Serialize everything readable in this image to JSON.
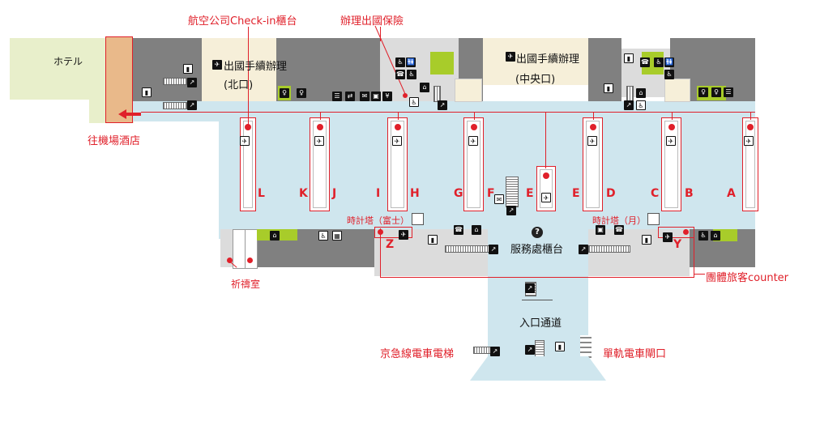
{
  "labels": {
    "airline_checkin": "航空公司Check-in櫃台",
    "insurance": "辦理出國保險",
    "hotel": "ホテル",
    "departure_north": "出國手續辦理",
    "north_exit": "(北口)",
    "departure_central": "出國手續辦理",
    "central_exit": "(中央口)",
    "to_hotel": "往機場酒店",
    "clock_fuji": "時計塔（富士）",
    "clock_moon": "時計塔（月）",
    "service_counter": "服務處櫃台",
    "group_counter": "團體旅客counter",
    "prayer_room": "祈禱室",
    "entrance": "入口通道",
    "keikyu": "京急線電車電梯",
    "monorail": "單軌電車閘口"
  },
  "counters": [
    {
      "letter": "L"
    },
    {
      "letter": "K"
    },
    {
      "letter": "J"
    },
    {
      "letter": "I"
    },
    {
      "letter": "H"
    },
    {
      "letter": "G"
    },
    {
      "letter": "F"
    },
    {
      "letter": "E"
    },
    {
      "letter": "E"
    },
    {
      "letter": "D"
    },
    {
      "letter": "C"
    },
    {
      "letter": "B"
    },
    {
      "letter": "A"
    },
    {
      "letter": "Z"
    },
    {
      "letter": "Y"
    }
  ],
  "colors": {
    "accent_red": "#e0202a",
    "hall_blue": "#cfe6ee",
    "shop_gray": "#808080",
    "beige": "#f6efd9",
    "lime": "#a8cc2a"
  }
}
